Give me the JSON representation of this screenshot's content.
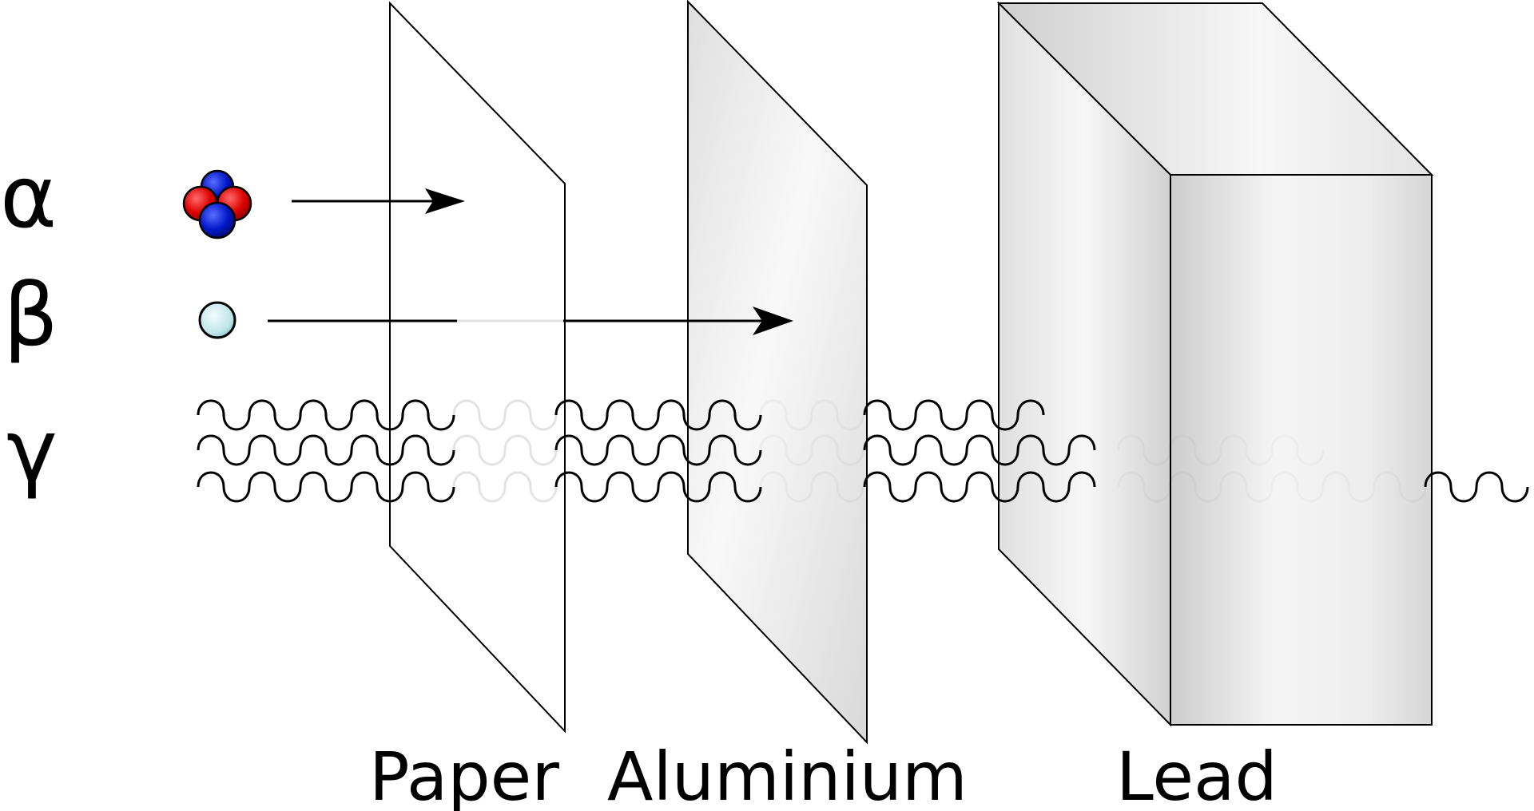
{
  "radiation": {
    "alpha": {
      "symbol": "α"
    },
    "beta": {
      "symbol": "β"
    },
    "gamma": {
      "symbol": "γ"
    }
  },
  "materials": [
    {
      "name": "Paper"
    },
    {
      "name": "Aluminium"
    },
    {
      "name": "Lead"
    }
  ],
  "colors": {
    "proton": "#dd0000",
    "neutron": "#0018c8",
    "electron": "#bfe6ea",
    "line": "#000000",
    "faded_line": "#cfcfcf"
  }
}
